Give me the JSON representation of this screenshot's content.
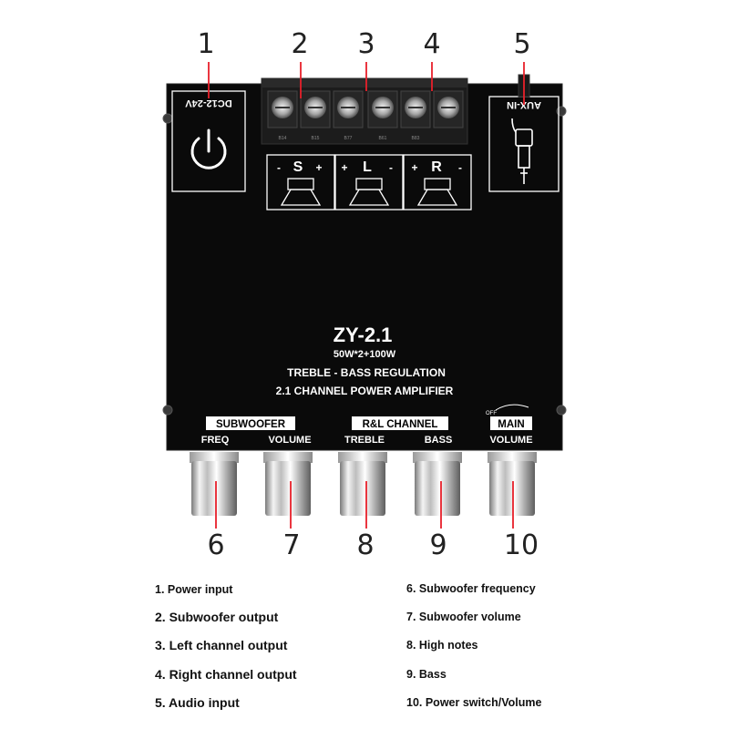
{
  "callouts": {
    "top": [
      "1",
      "2",
      "3",
      "4",
      "5"
    ],
    "bottom": [
      "6",
      "7",
      "8",
      "9",
      "10"
    ]
  },
  "board": {
    "dc_label": "DC12-24V",
    "aux_label": "AUX-IN",
    "terminals": {
      "s": {
        "minus": "-",
        "letter": "S",
        "plus": "+"
      },
      "l": {
        "plus": "+",
        "letter": "L",
        "minus": "-"
      },
      "r": {
        "plus": "+",
        "letter": "R",
        "minus": "-"
      }
    },
    "pcb_codes": [
      "B14",
      "B15",
      "B77",
      "B61",
      "B83"
    ],
    "model": "ZY-2.1",
    "power": "50W*2+100W",
    "line1": "TREBLE - BASS  REGULATION",
    "line2": "2.1  CHANNEL  POWER  AMPLIFIER",
    "groups": {
      "subwoofer": "SUBWOOFER",
      "rl": "R&L CHANNEL",
      "main": "MAIN"
    },
    "off_label": "OFF",
    "knob_labels": [
      "FREQ",
      "VOLUME",
      "TREBLE",
      "BASS",
      "VOLUME"
    ]
  },
  "legend": {
    "left": [
      "1. Power input",
      "2. Subwoofer output",
      "3. Left channel output",
      "4. Right channel output",
      "5. Audio input"
    ],
    "right": [
      "6. Subwoofer frequency",
      "7. Subwoofer volume",
      "8. High notes",
      "9. Bass",
      "10. Power switch/Volume"
    ]
  },
  "colors": {
    "board": "#0a0a0a",
    "board_text": "#ffffff",
    "callout_line": "#e8202a",
    "terminal_block": "#1a1a1a",
    "knob_metal": "#d9d9d9"
  }
}
